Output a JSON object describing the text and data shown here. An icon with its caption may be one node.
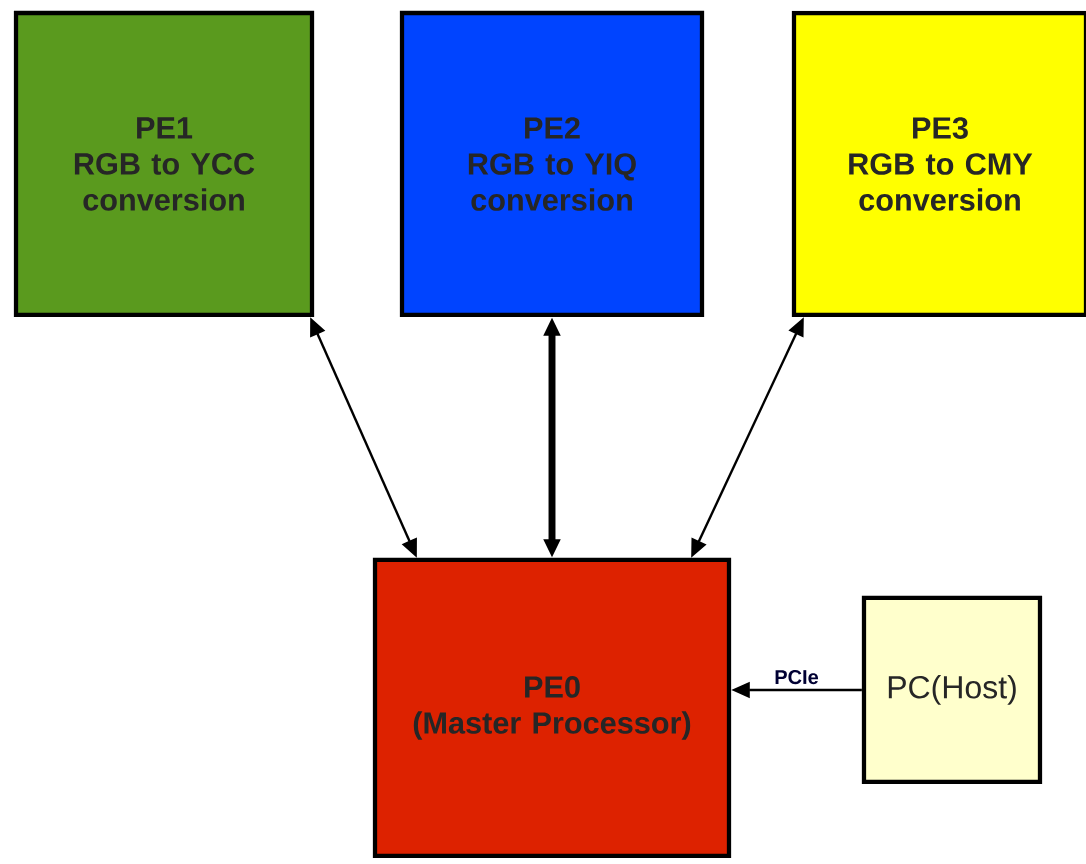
{
  "diagram": {
    "nodes": [
      {
        "text": [
          "PE1",
          "RGB to YCC conversion"
        ]
      },
      {
        "text": [
          "PE2",
          "RGB to YIQ conversion"
        ]
      },
      {
        "text": [
          "PE3",
          "RGB to CMY conversion"
        ]
      },
      {
        "text": [
          "PE0",
          "(Master Processor)"
        ]
      },
      {
        "text": [
          "PC(Host)"
        ]
      }
    ],
    "edges": [
      {
        "from": 0,
        "to": 3,
        "arrow": "both"
      },
      {
        "from": 1,
        "to": 3,
        "arrow": "both",
        "style": "thick"
      },
      {
        "from": 2,
        "to": 3,
        "arrow": "both"
      },
      {
        "from": 4,
        "to": 3,
        "arrow": "to",
        "label": "PCIe"
      }
    ]
  }
}
